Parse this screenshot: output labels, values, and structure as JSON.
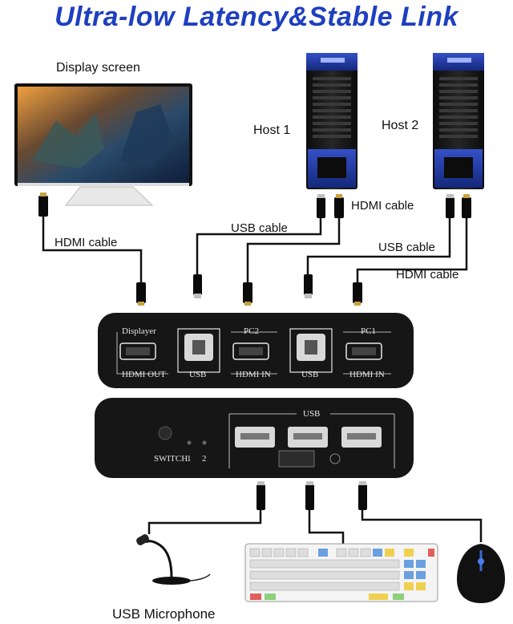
{
  "title": "Ultra-low Latency&Stable Link",
  "labels": {
    "display_screen": "Display screen",
    "host1": "Host 1",
    "host2": "Host 2",
    "hdmi_cable_top": "HDMI cable",
    "hdmi_cable_left": "HDMI cable",
    "usb_cable_1": "USB cable",
    "usb_cable_2": "USB cable",
    "hdmi_cable_2": "HDMI cable",
    "usb_microphone": "USB Microphone"
  },
  "switch_back": {
    "displayer": "Displayer",
    "hdmi_out": "HDMI OUT",
    "usb1": "USB",
    "pc2": "PC2",
    "hdmi_in1": "HDMI IN",
    "usb2": "USB",
    "pc1": "PC1",
    "hdmi_in2": "HDMI IN"
  },
  "switch_front": {
    "switch": "SWITCH",
    "led1": "1",
    "led2": "2",
    "usb": "USB"
  },
  "colors": {
    "title": "#1e3fbf",
    "host_blue": "#1f3ea8",
    "device_body": "#161616"
  }
}
